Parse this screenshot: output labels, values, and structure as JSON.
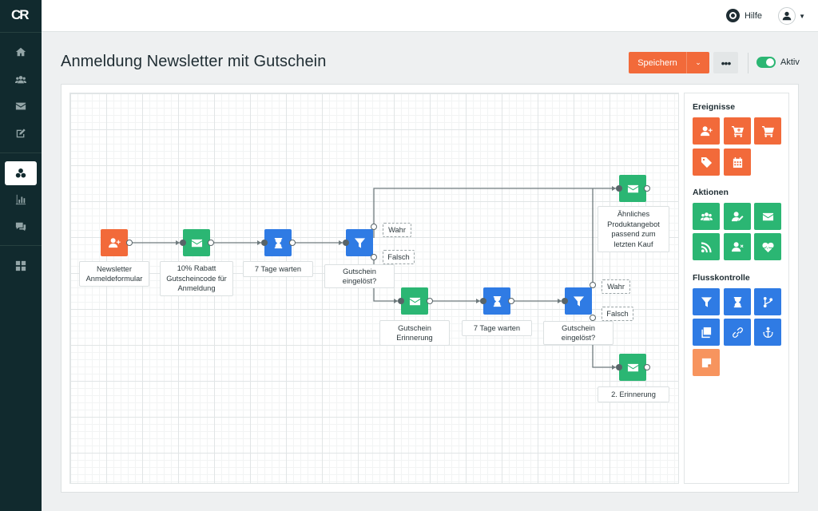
{
  "app": {
    "logo_text": "CR"
  },
  "sidebar": {
    "items": [
      {
        "name": "home",
        "icon": "home-icon",
        "active": false
      },
      {
        "name": "contacts",
        "icon": "users-icon",
        "active": false
      },
      {
        "name": "mail",
        "icon": "envelope-icon",
        "active": false
      },
      {
        "name": "editor",
        "icon": "edit-icon",
        "active": false
      },
      {
        "name": "automation",
        "icon": "automation-icon",
        "active": true
      },
      {
        "name": "reports",
        "icon": "bar-chart-icon",
        "active": false
      },
      {
        "name": "chat",
        "icon": "chat-icon",
        "active": false
      },
      {
        "name": "dashboard",
        "icon": "grid-icon",
        "active": false
      }
    ]
  },
  "topbar": {
    "help_label": "Hilfe"
  },
  "header": {
    "title": "Anmeldung Newsletter mit Gutschein",
    "save_label": "Speichern",
    "more_label": "•••",
    "active_label": "Aktiv",
    "active": true
  },
  "flow": {
    "nodes": [
      {
        "id": "signup",
        "label": "Newsletter Anmeldeformular",
        "color": "#f26a3a",
        "icon": "user-plus-icon"
      },
      {
        "id": "rabatt",
        "label": "10% Rabatt Gutscheincode für Anmeldung",
        "color": "#2bb673",
        "icon": "envelope-icon"
      },
      {
        "id": "wait1",
        "label": "7 Tage warten",
        "color": "#2f7be4",
        "icon": "hourglass-icon"
      },
      {
        "id": "filter1",
        "label": "Gutschein eingelöst?",
        "color": "#2f7be4",
        "icon": "filter-icon"
      },
      {
        "id": "aehnlich",
        "label": "Ähnliches Produktangebot passend zum letzten Kauf",
        "color": "#2bb673",
        "icon": "envelope-icon"
      },
      {
        "id": "erinnerung",
        "label": "Gutschein Erinnerung",
        "color": "#2bb673",
        "icon": "envelope-icon"
      },
      {
        "id": "wait2",
        "label": "7 Tage warten",
        "color": "#2f7be4",
        "icon": "hourglass-icon"
      },
      {
        "id": "filter2",
        "label": "Gutschein eingelöst?",
        "color": "#2f7be4",
        "icon": "filter-icon"
      },
      {
        "id": "erinnerung2",
        "label": "2. Erinnerung",
        "color": "#2bb673",
        "icon": "envelope-icon"
      }
    ],
    "branches": {
      "true_label": "Wahr",
      "false_label": "Falsch"
    }
  },
  "palette": {
    "events_title": "Ereignisse",
    "actions_title": "Aktionen",
    "flow_title": "Flusskontrolle",
    "events": [
      "user-plus-icon",
      "cart-add-icon",
      "cart-icon",
      "tag-icon",
      "calendar-icon"
    ],
    "actions": [
      "users-icon",
      "user-edit-icon",
      "envelope-icon",
      "rss-icon",
      "user-remove-icon",
      "heartbeat-icon"
    ],
    "flow": [
      "filter-icon",
      "hourglass-icon",
      "branch-icon",
      "copy-icon",
      "link-icon",
      "anchor-icon",
      "note-icon"
    ]
  }
}
